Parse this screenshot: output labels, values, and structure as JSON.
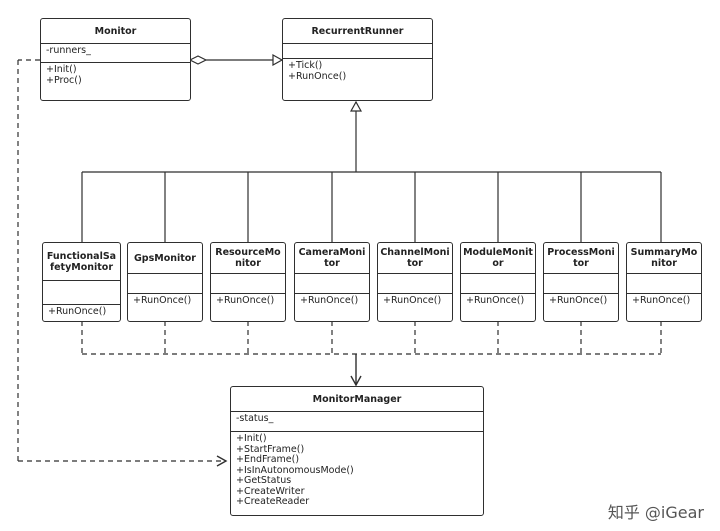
{
  "classes": {
    "monitor": {
      "name": "Monitor",
      "attributes": [
        "-runners_"
      ],
      "methods": [
        "+Init()",
        "+Proc()"
      ]
    },
    "recurrent_runner": {
      "name": "RecurrentRunner",
      "attributes": [],
      "methods": [
        "+Tick()",
        "+RunOnce()"
      ]
    },
    "functional_safety_monitor": {
      "name": "FunctionalSafetyMonitor",
      "methods": [
        "+RunOnce()"
      ]
    },
    "gps_monitor": {
      "name": "GpsMonitor",
      "methods": [
        "+RunOnce()"
      ]
    },
    "resource_monitor": {
      "name": "ResourceMonitor",
      "methods": [
        "+RunOnce()"
      ]
    },
    "camera_monitor": {
      "name": "CameraMonitor",
      "methods": [
        "+RunOnce()"
      ]
    },
    "channel_monitor": {
      "name": "ChannelMonitor",
      "methods": [
        "+RunOnce()"
      ]
    },
    "module_monitor": {
      "name": "ModuleMonitor",
      "methods": [
        "+RunOnce()"
      ]
    },
    "process_monitor": {
      "name": "ProcessMonitor",
      "methods": [
        "+RunOnce()"
      ]
    },
    "summary_monitor": {
      "name": "SummaryMonitor",
      "methods": [
        "+RunOnce()"
      ]
    },
    "monitor_manager": {
      "name": "MonitorManager",
      "attributes": [
        "-status_"
      ],
      "methods": [
        "+Init()",
        "+StartFrame()",
        "+EndFrame()",
        "+IsInAutonomousMode()",
        "+GetStatus",
        "+CreateWriter",
        "+CreateReader"
      ]
    }
  },
  "watermark": "知乎 @iGear"
}
